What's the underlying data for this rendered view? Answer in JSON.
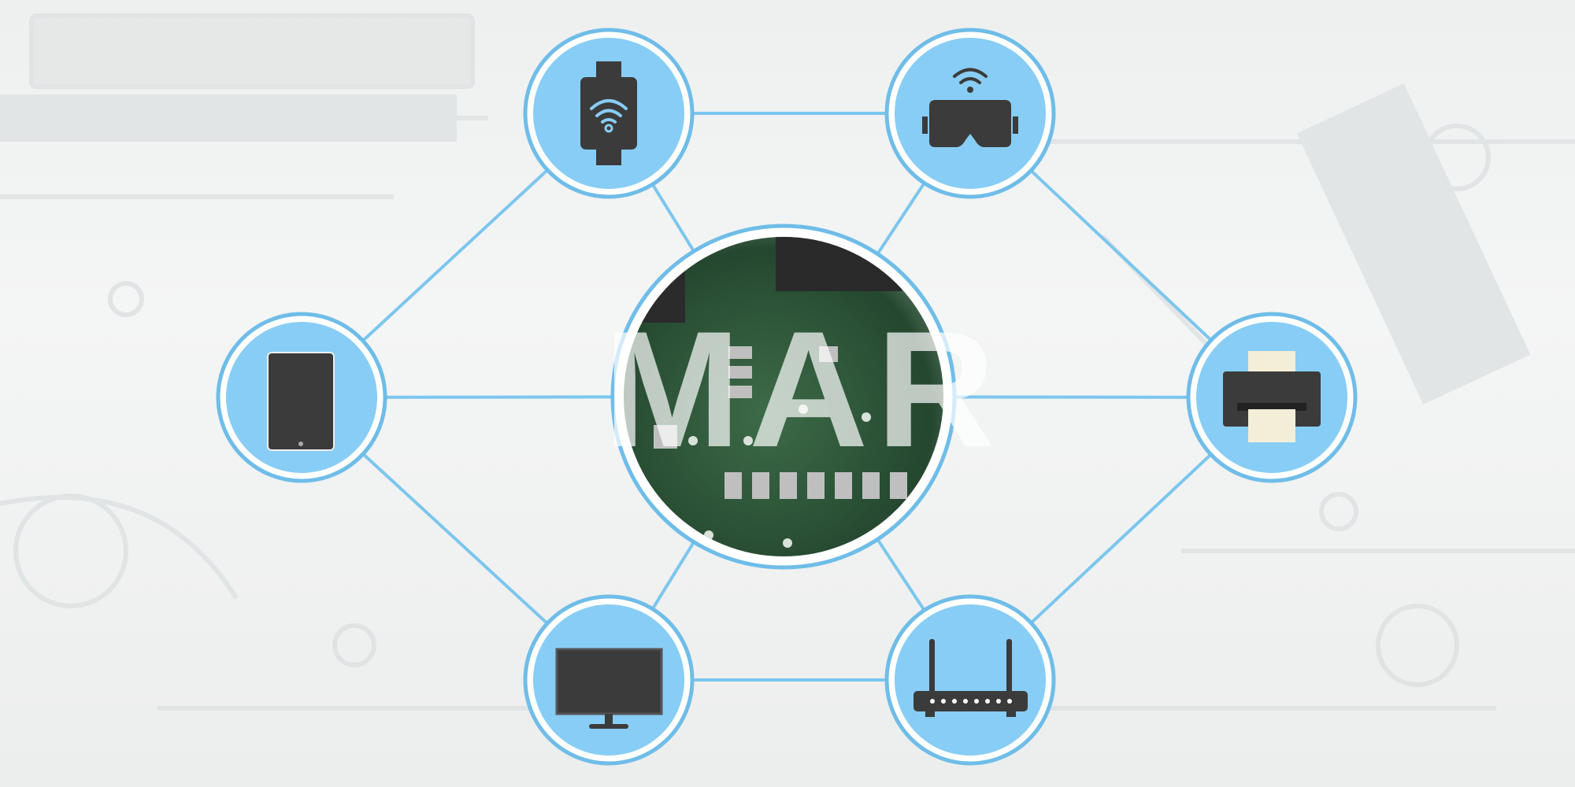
{
  "colors": {
    "accent": "#88cdf5",
    "ring": "#6fbde8",
    "line": "#7cc6ee",
    "icon": "#3b3b3b",
    "board": "#2f5a3c"
  },
  "watermark": "MAR",
  "center": {
    "image": "circuit-board-photo"
  },
  "nodes": [
    {
      "id": "smartwatch",
      "icon": "smartwatch-wifi-icon"
    },
    {
      "id": "vr-headset",
      "icon": "vr-headset-icon"
    },
    {
      "id": "tablet",
      "icon": "tablet-icon"
    },
    {
      "id": "printer",
      "icon": "printer-icon"
    },
    {
      "id": "monitor",
      "icon": "monitor-icon"
    },
    {
      "id": "router",
      "icon": "router-icon"
    }
  ]
}
